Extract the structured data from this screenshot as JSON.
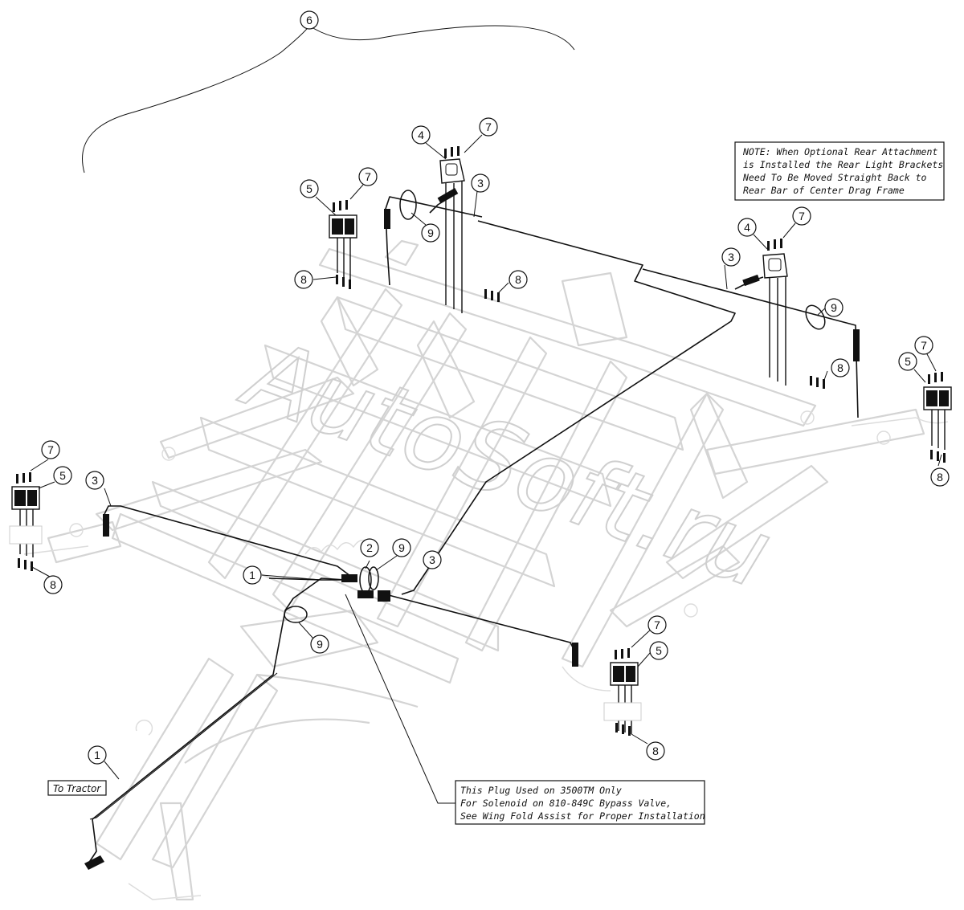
{
  "watermark": "AutoSoft.ru",
  "notes": {
    "rear_attachment": [
      "NOTE: When Optional Rear Attachment",
      "is Installed the Rear Light Brackets",
      "Need To Be Moved Straight Back to",
      "Rear Bar of Center Drag Frame"
    ],
    "plug": [
      "This Plug Used on 3500TM Only",
      "For Solenoid on 810-849C Bypass Valve,",
      "See Wing Fold Assist for Proper Installation"
    ],
    "to_tractor": "To Tractor"
  },
  "callouts": {
    "c6": "6",
    "c4a": "4",
    "c7a": "7",
    "c3a": "3",
    "c9a": "9",
    "c5a": "5",
    "c7b": "7",
    "c8a": "8",
    "c8b": "8",
    "c4b": "4",
    "c7c": "7",
    "c3b": "3",
    "c9b": "9",
    "c5b": "5",
    "c7d": "7",
    "c8c": "8",
    "c8d": "8",
    "c7e": "7",
    "c5c": "5",
    "c3c": "3",
    "c8e": "8",
    "c2": "2",
    "c9c": "9",
    "c3d": "3",
    "c1a": "1",
    "c9d": "9",
    "c7f": "7",
    "c5d": "5",
    "c8f": "8",
    "c1b": "1"
  }
}
